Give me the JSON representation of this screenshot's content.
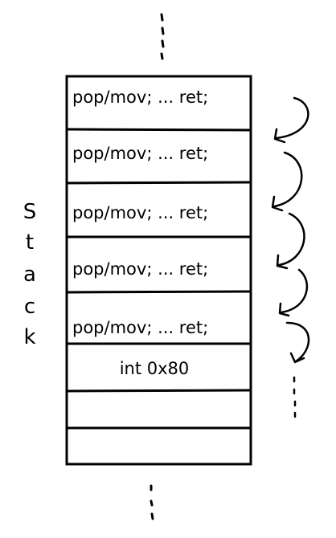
{
  "side_label": [
    "S",
    "t",
    "a",
    "c",
    "k"
  ],
  "cells": [
    "pop/mov; ... ret;",
    "pop/mov; ... ret;",
    "pop/mov; ... ret;",
    "pop/mov; ... ret;",
    "pop/mov; ... ret;",
    "int 0x80",
    "",
    ""
  ],
  "colors": {
    "ink": "#000000",
    "background": "#ffffff"
  }
}
